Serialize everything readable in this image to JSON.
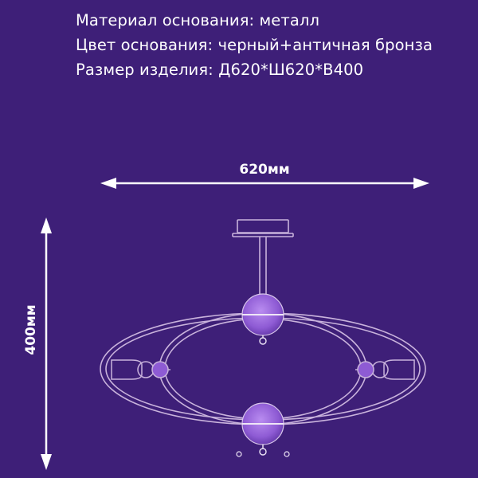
{
  "specs": [
    "Материал основания: металл",
    "Цвет основания: черный+античная бронза",
    "Размер изделия: Д620*Ш620*В400"
  ],
  "dimensions": {
    "width_label": "620мм",
    "height_label": "400мм"
  },
  "colors": {
    "background": "#3e1f78",
    "text": "#ffffff",
    "fixture_stroke": "#c9b3dc",
    "hub_fill": "#8e5bd4"
  }
}
